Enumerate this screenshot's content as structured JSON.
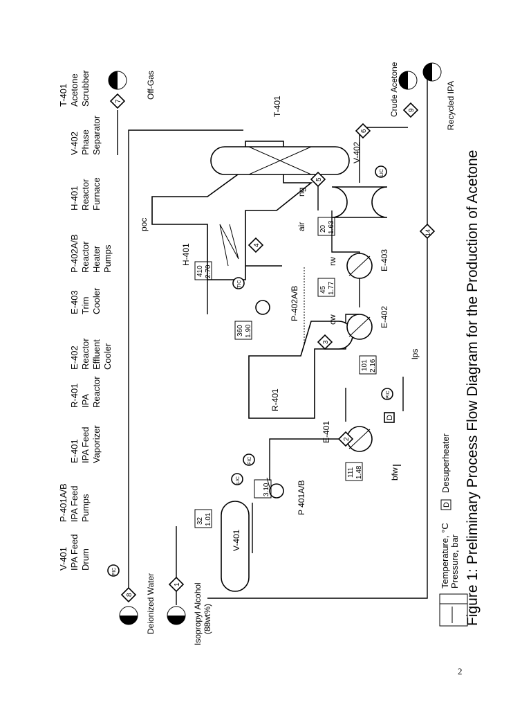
{
  "figure": {
    "caption": "Figure 1: Preliminary Process Flow Diagram for the Production of Acetone",
    "page_number": "2"
  },
  "equipment_legend": [
    {
      "tag": "V-401",
      "lines": [
        "IPA Feed",
        "Drum"
      ]
    },
    {
      "tag": "P-401A/B",
      "lines": [
        "IPA Feed",
        "Pumps"
      ]
    },
    {
      "tag": "E-401",
      "lines": [
        "IPA Feed",
        "Vaporizer"
      ]
    },
    {
      "tag": "R-401",
      "lines": [
        "IPA",
        "Reactor"
      ]
    },
    {
      "tag": "E-402",
      "lines": [
        "Reactor",
        "Effluent",
        "Cooler"
      ]
    },
    {
      "tag": "E-403",
      "lines": [
        "Trim",
        "Cooler"
      ]
    },
    {
      "tag": "P-402A/B",
      "lines": [
        "Reactor",
        "Heater",
        "Pumps"
      ]
    },
    {
      "tag": "H-401",
      "lines": [
        "Reactor",
        "Furnace"
      ]
    },
    {
      "tag": "V-402",
      "lines": [
        "Phase",
        "Separator"
      ]
    },
    {
      "tag": "T-401",
      "lines": [
        "Acetone",
        "Scrubber"
      ]
    }
  ],
  "equipment_labels": {
    "v401": "V-401",
    "p401": "P 401A/B",
    "e401": "E-401",
    "r401": "R-401",
    "e402": "E-402",
    "e403": "E-403",
    "p402": "P-402A/B",
    "h401": "H-401",
    "v402": "V-402",
    "t401": "T-401"
  },
  "streams": [
    "1",
    "2",
    "3",
    "4",
    "5",
    "6",
    "7",
    "8",
    "9",
    "14"
  ],
  "feeds_products": {
    "deionized_water": "Deionized Water",
    "ipa_line1": "Isopropyl Alcohol",
    "ipa_line2": "(88wt%)",
    "off_gas": "Off-Gas",
    "crude_acetone": "Crude Acetone",
    "recycled_ipa": "Recycled IPA"
  },
  "utilities": {
    "poc": "poc",
    "ng": "ng",
    "air": "air",
    "cw": "cw",
    "rw": "rw",
    "lps": "lps",
    "bfw": "bfw"
  },
  "controllers": {
    "fic": "FIC",
    "lic": "LIC",
    "tic": "TIC",
    "pic": "PIC"
  },
  "conditions": [
    {
      "id": "v401",
      "temperature": "32",
      "pressure": "1.01"
    },
    {
      "id": "p401",
      "temperature": "",
      "pressure": "3.10"
    },
    {
      "id": "e401in",
      "temperature": "111",
      "pressure": "1.48"
    },
    {
      "id": "r401out",
      "temperature": "101",
      "pressure": "2.16"
    },
    {
      "id": "heater",
      "temperature": "360",
      "pressure": "1.90"
    },
    {
      "id": "h401",
      "temperature": "410",
      "pressure": "2.70"
    },
    {
      "id": "e402",
      "temperature": "45",
      "pressure": "1.77"
    },
    {
      "id": "e403",
      "temperature": "20",
      "pressure": "1.63"
    }
  ],
  "symbol_legend": {
    "temperature": "Temperature, °C",
    "pressure": "Pressure, bar",
    "desuperheater_letter": "D",
    "desuperheater": "Desuperheater"
  }
}
